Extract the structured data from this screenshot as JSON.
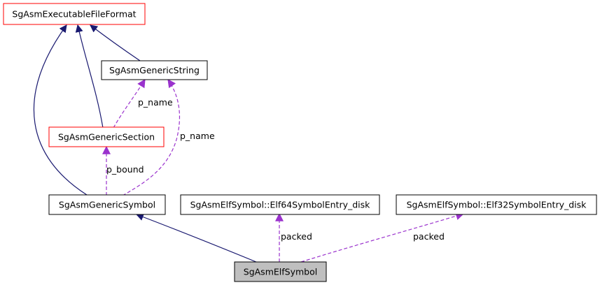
{
  "colors": {
    "inheritance_edge": "#191970",
    "member_edge": "#9a32cd",
    "node_border_default": "#000000",
    "node_border_truncated": "#ff0000",
    "focus_node_fill": "#bfbfbf"
  },
  "nodes": {
    "executable_file_format": "SgAsmExecutableFileFormat",
    "generic_string": "SgAsmGenericString",
    "generic_section": "SgAsmGenericSection",
    "generic_symbol": "SgAsmGenericSymbol",
    "elf64_entry": "SgAsmElfSymbol::Elf64SymbolEntry_disk",
    "elf32_entry": "SgAsmElfSymbol::Elf32SymbolEntry_disk",
    "elf_symbol": "SgAsmElfSymbol"
  },
  "edge_labels": {
    "section_name": "p_name",
    "symbol_name": "p_name",
    "symbol_bound": "p_bound",
    "elf64_packed": "packed",
    "elf32_packed": "packed"
  }
}
